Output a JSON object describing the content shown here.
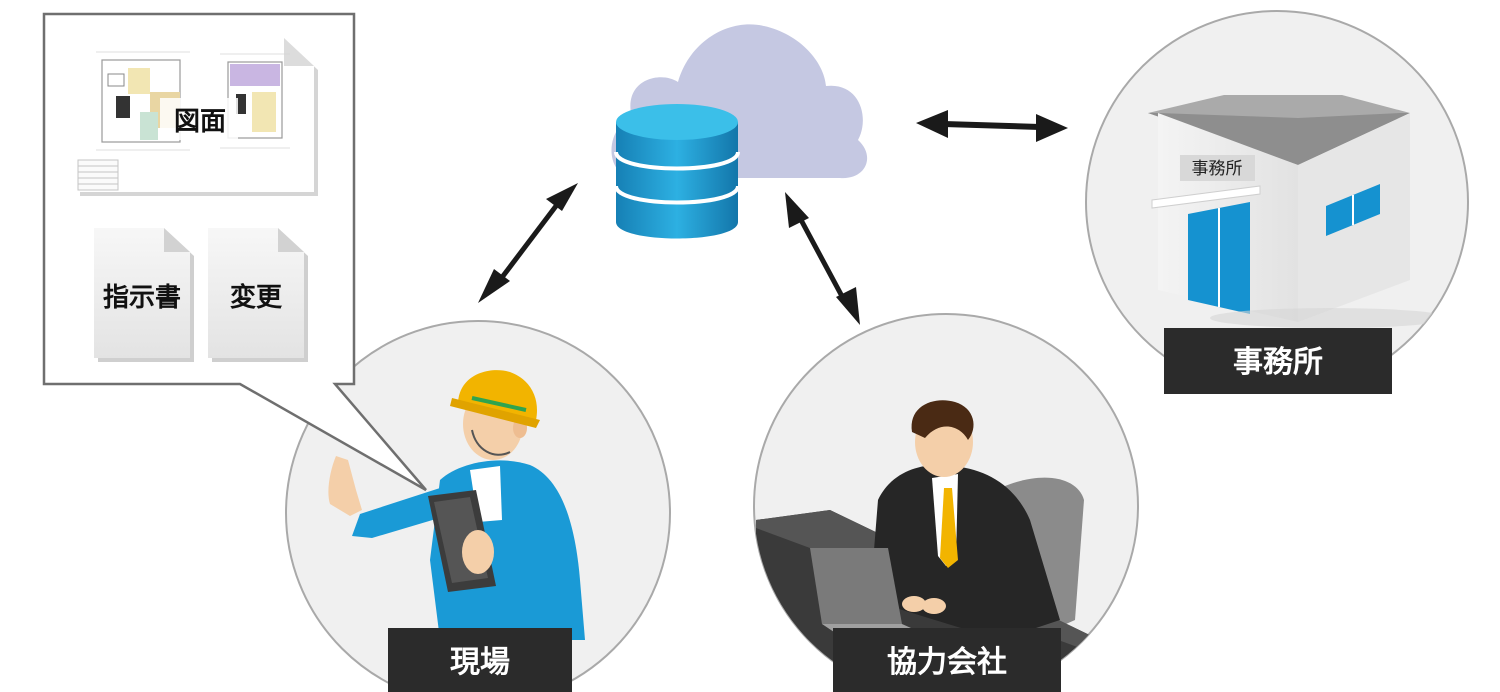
{
  "callout": {
    "drawing_label": "図面",
    "instructions_label": "指示書",
    "change_label": "変更"
  },
  "nodes": {
    "site_label": "現場",
    "partner_label": "協力会社",
    "office_label": "事務所",
    "office_sign": "事務所"
  },
  "colors": {
    "label_bg": "#2b2b2b",
    "label_text": "#ffffff",
    "circle_fill": "#f0f0f0",
    "circle_stroke": "#b0b0b0",
    "cloud": "#c5c8e2",
    "database": "#1e97c9",
    "helmet": "#f2b400",
    "uniform": "#1a9ad6",
    "door": "#1592d0"
  },
  "icons": {
    "cloud": "cloud-icon",
    "database": "database-icon",
    "worker": "worker-icon",
    "businessman": "businessman-icon",
    "building": "office-building-icon"
  }
}
